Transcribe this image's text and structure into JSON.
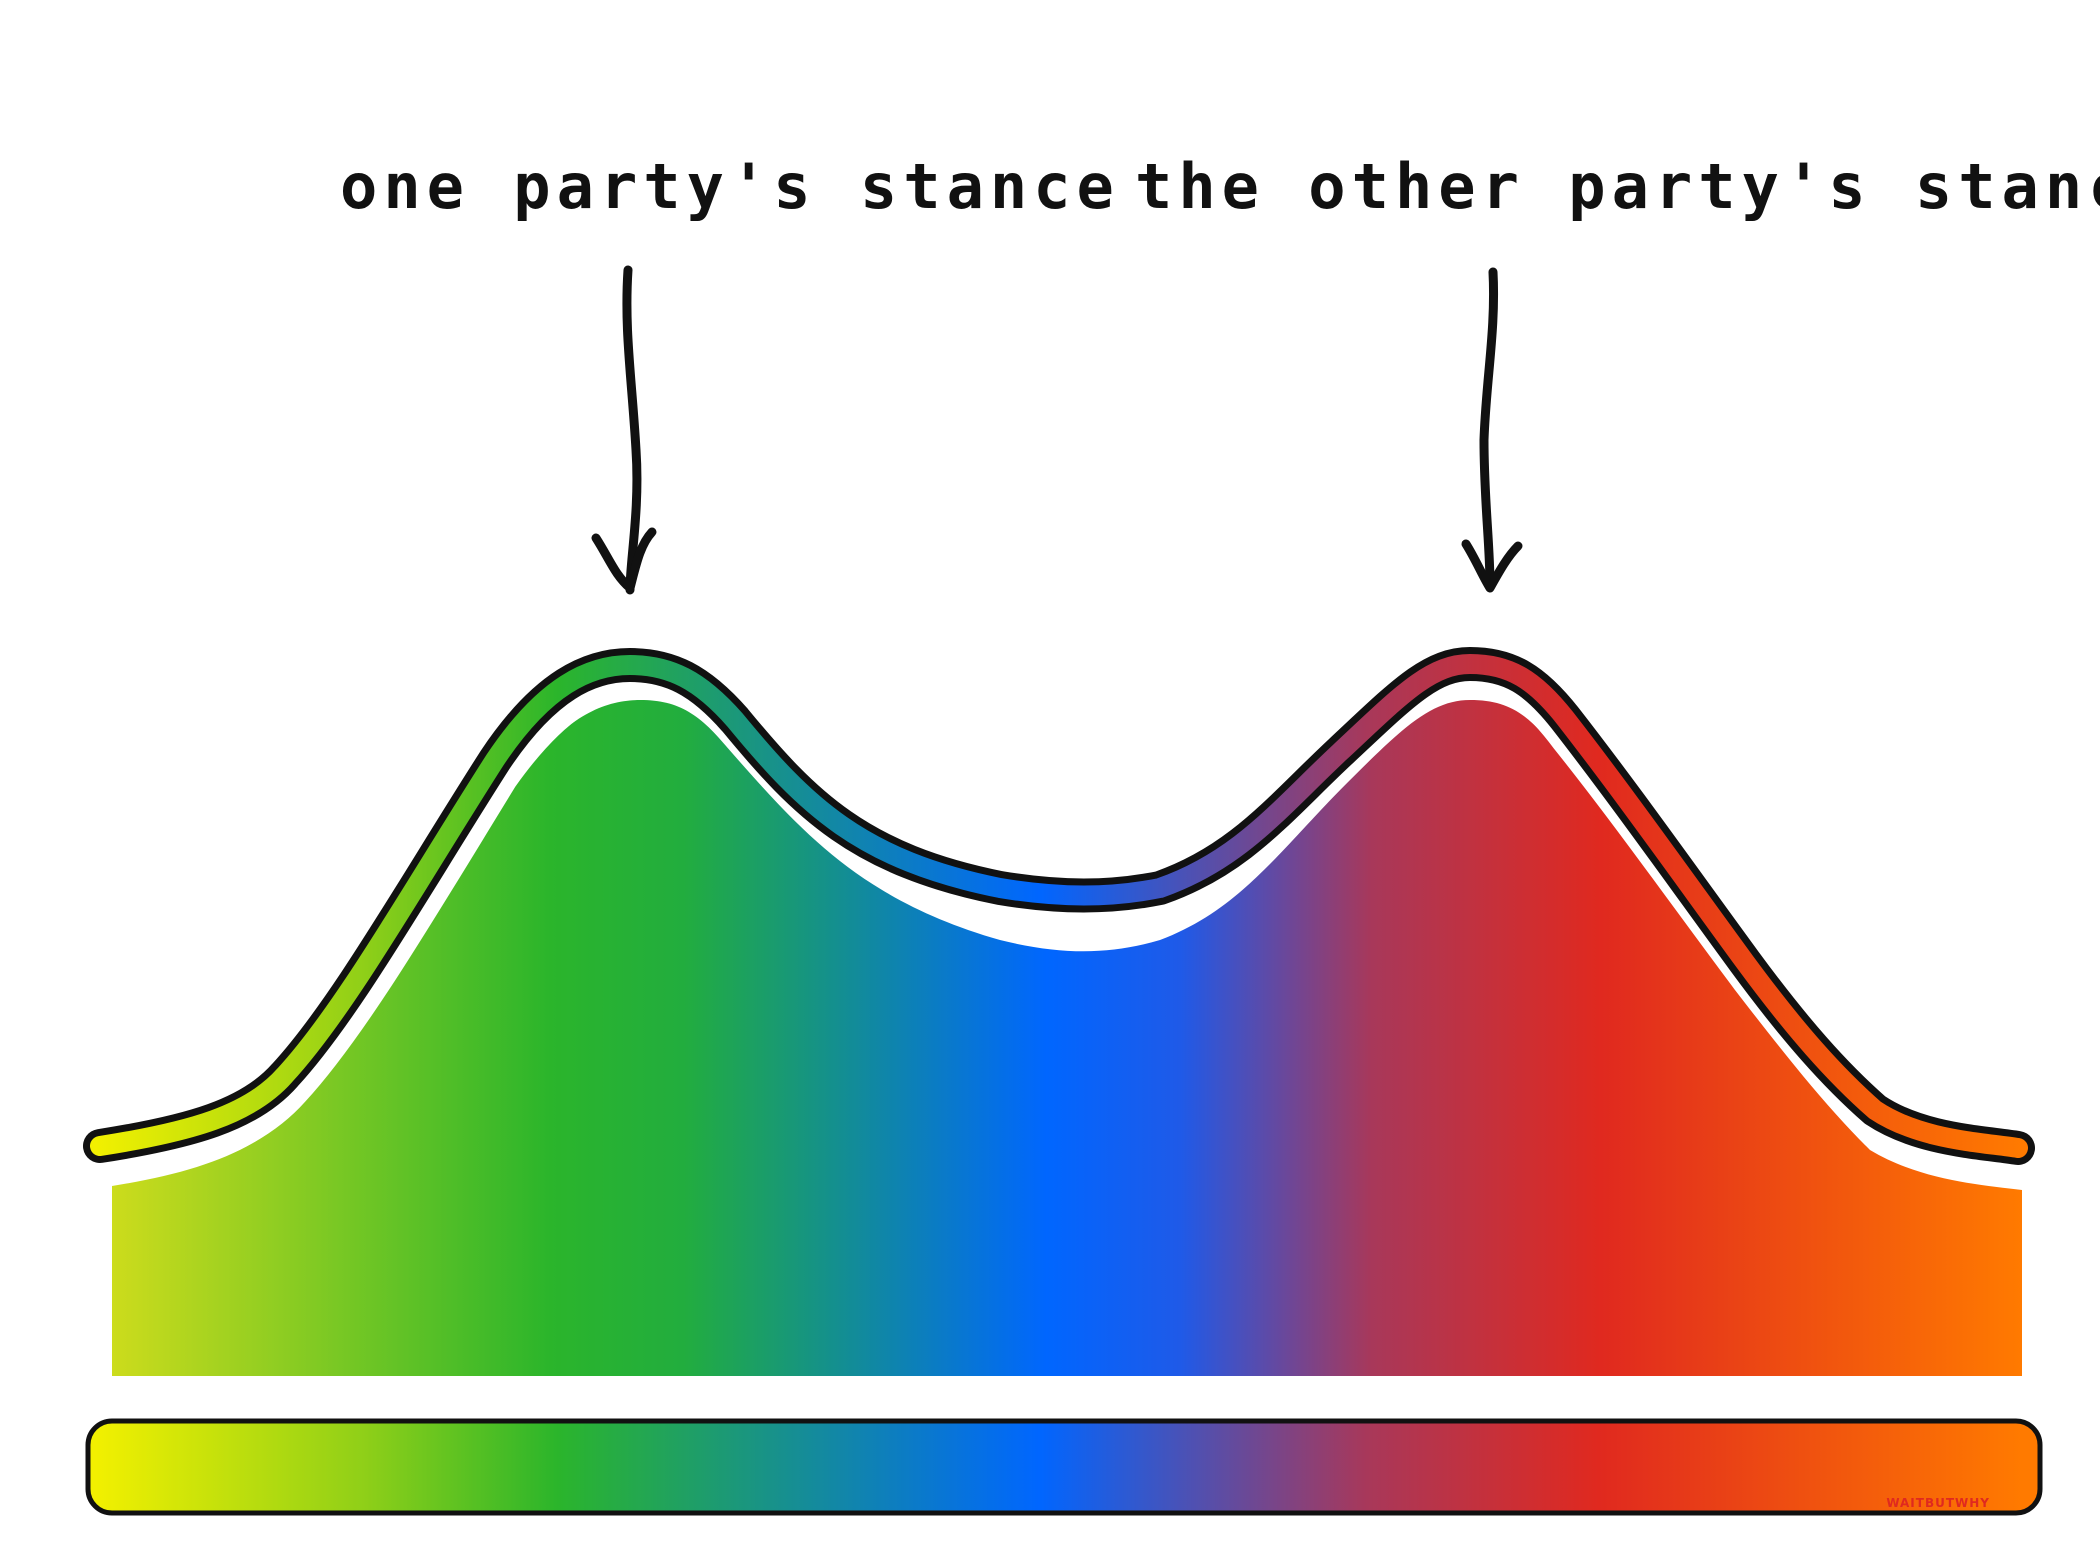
{
  "annotations": {
    "left_label": "one party's stance",
    "right_label": "the other party's stance"
  },
  "watermark": "WAITBUTWHY",
  "colors": {
    "spectrum": [
      "#f5f500",
      "#2bb52b",
      "#0066ff",
      "#a8385a",
      "#e0291f",
      "#ff7a00"
    ],
    "outline": "#111111",
    "watermark": "#e0291f"
  },
  "icons": [
    "down-arrow-icon",
    "down-arrow-icon"
  ]
}
